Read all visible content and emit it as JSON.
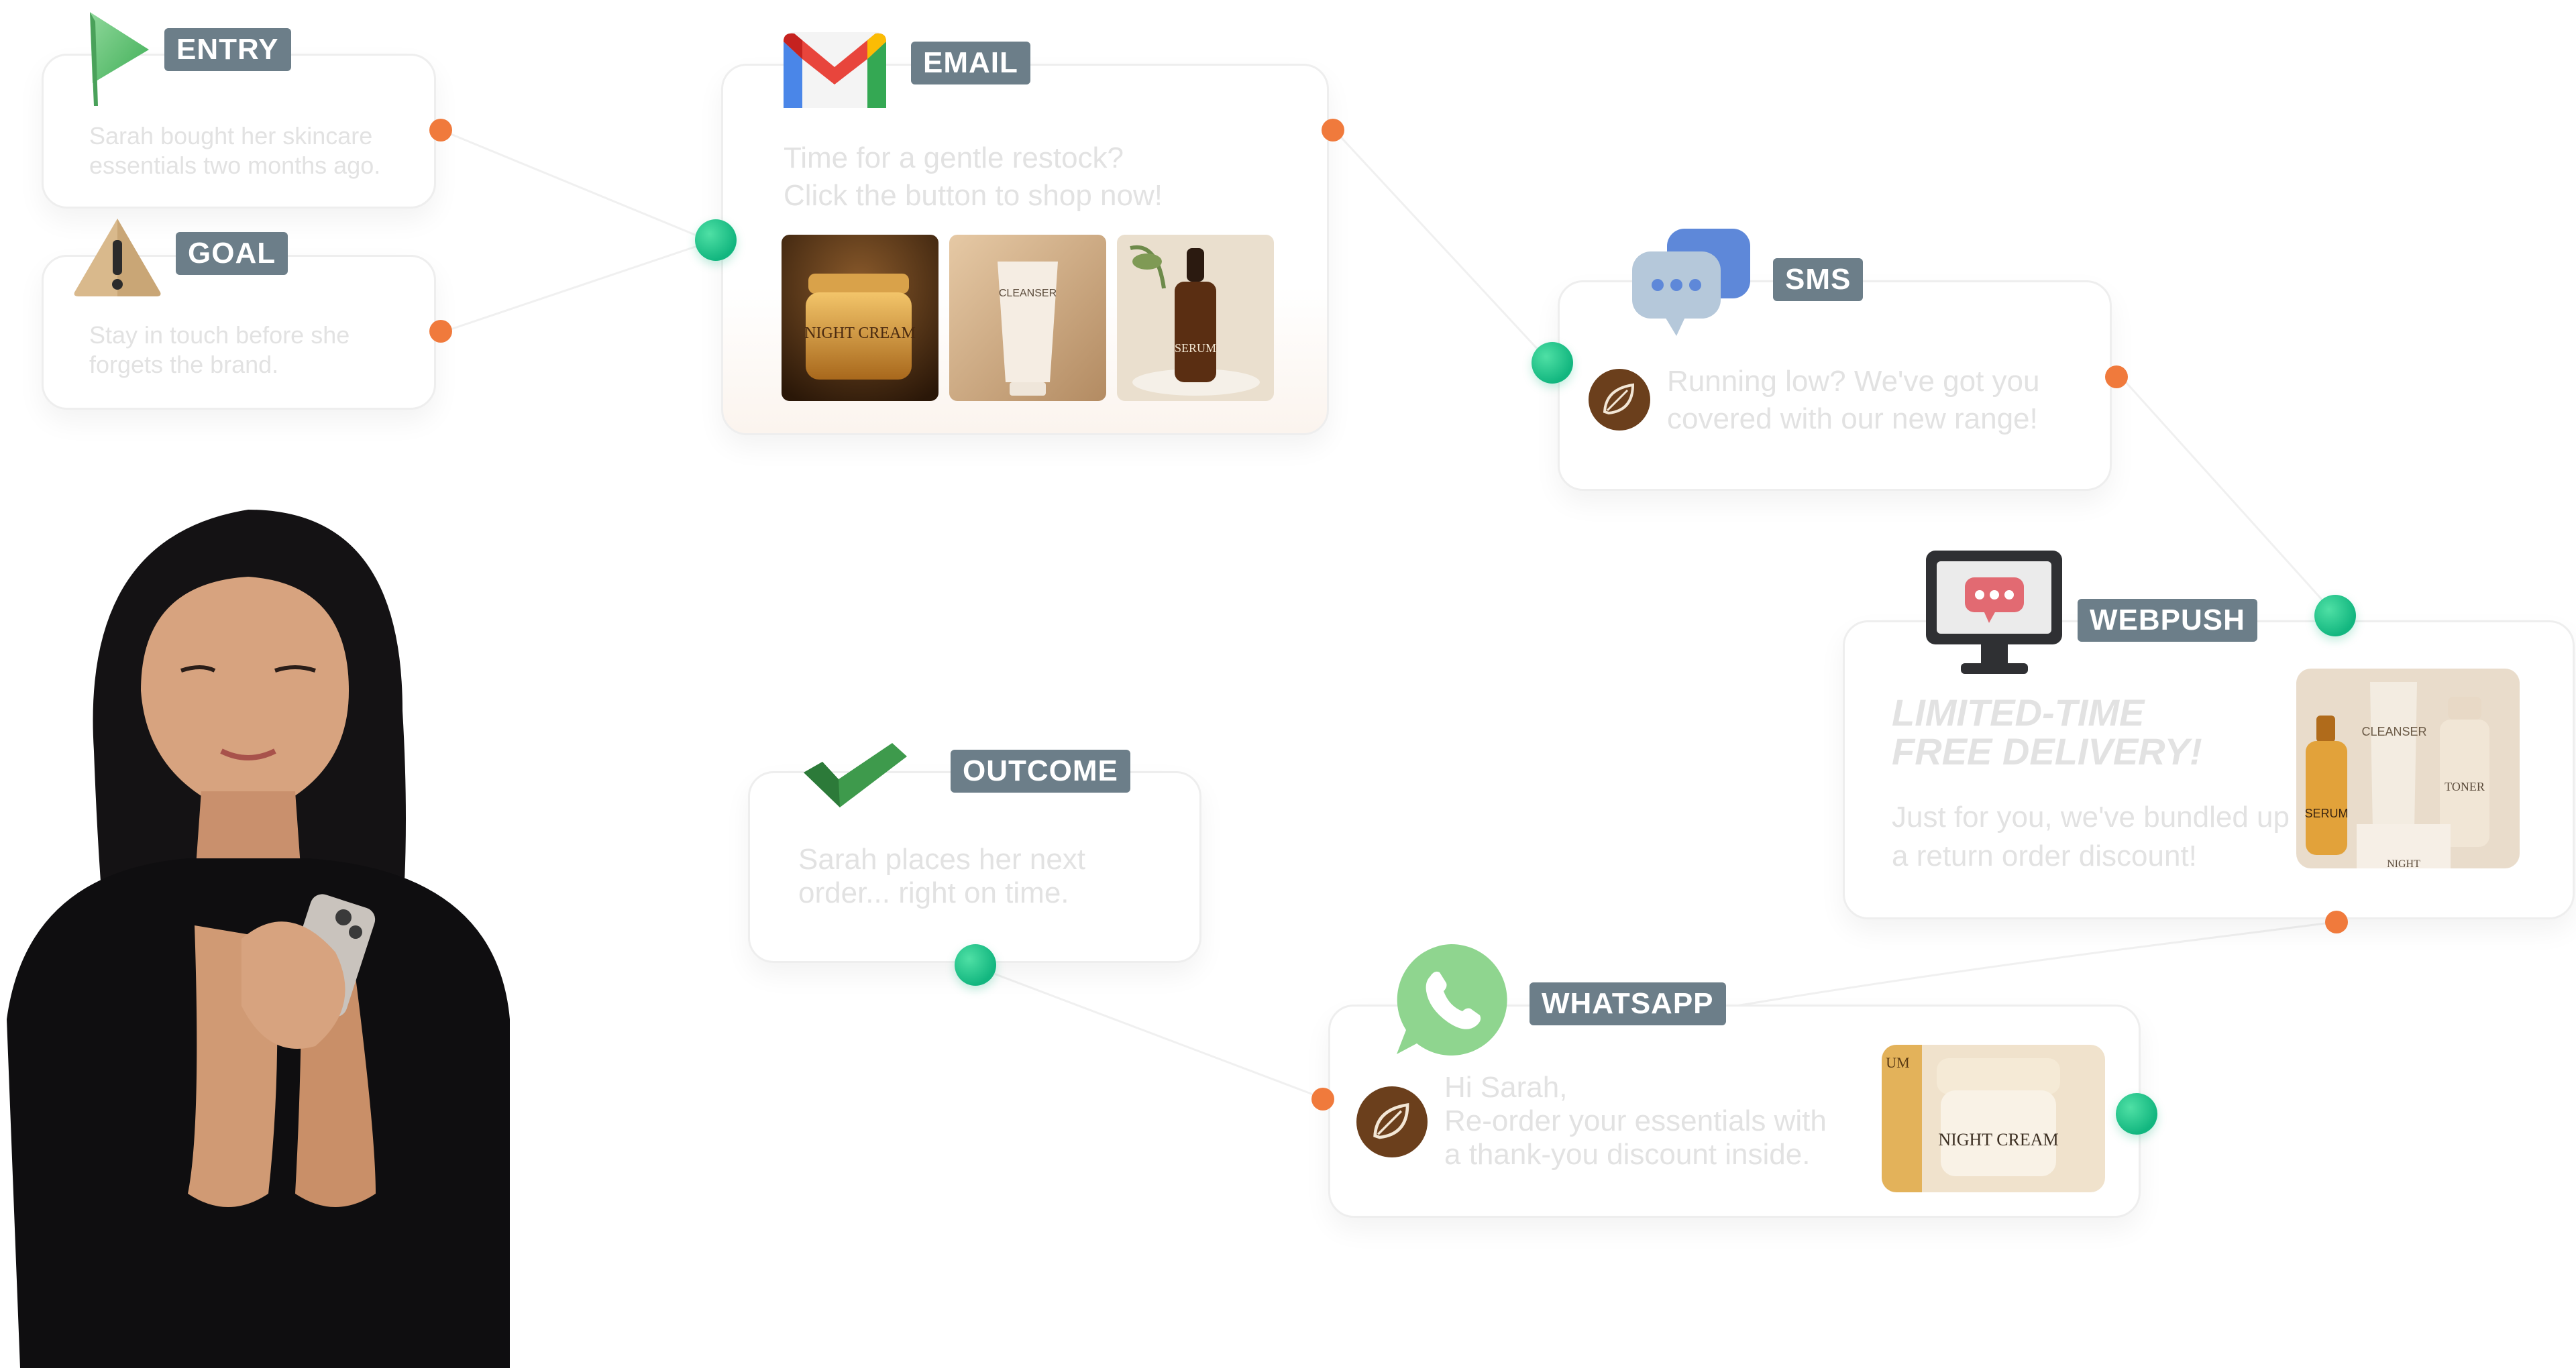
{
  "nodes": {
    "entry": {
      "label": "ENTRY",
      "text": "Sarah bought her skincare essentials two months ago."
    },
    "goal": {
      "label": "GOAL",
      "text": "Stay in touch before she forgets the brand."
    },
    "email": {
      "label": "EMAIL",
      "text_line1": "Time for a gentle restock?",
      "text_line2": "Click the button to shop now!",
      "products": [
        "NIGHT CREAM",
        "CLEANSER",
        "SERUM"
      ]
    },
    "sms": {
      "label": "SMS",
      "text": "Running low? We've got you covered with our new range!"
    },
    "webpush": {
      "label": "WEBPUSH",
      "title_line1": "LIMITED-TIME",
      "title_line2": "FREE DELIVERY!",
      "text": "Just for you, we've bundled up a return order discount!",
      "products": [
        "CLEANSER",
        "TONER",
        "SERUM",
        "NIGHT"
      ]
    },
    "outcome": {
      "label": "OUTCOME",
      "text": "Sarah places her next order... right on time."
    },
    "whatsapp": {
      "label": "WHATSAPP",
      "text_line1": "Hi Sarah,",
      "text_line2": "Re-order your essentials with",
      "text_line3": "a thank-you discount inside.",
      "products": [
        "UM",
        "NIGHT CREAM"
      ]
    }
  },
  "colors": {
    "badge": "#6c7e89",
    "green_dot": "#12b67f",
    "orange_dot": "#f07a3c",
    "card_text": "#e2e2e2"
  },
  "icons": [
    "play-icon",
    "warning-icon",
    "gmail-icon",
    "chat-bubbles-icon",
    "monitor-chat-icon",
    "checkmark-icon",
    "whatsapp-icon",
    "leaf-avatar-icon"
  ]
}
